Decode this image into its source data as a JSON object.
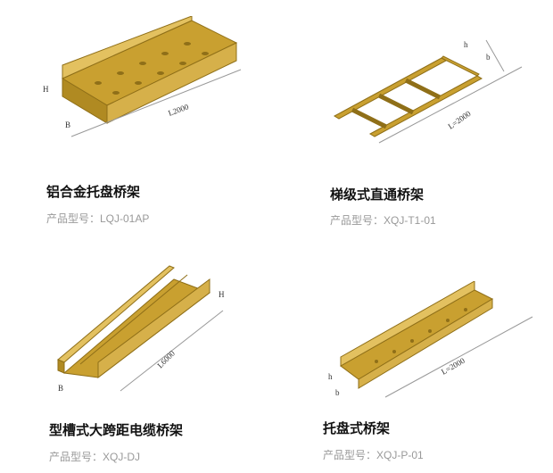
{
  "products": [
    {
      "title": "铝合金托盘桥架",
      "model": "产品型号：LQJ-01AP",
      "dims": [
        "H",
        "B",
        "L2000"
      ]
    },
    {
      "title": "梯级式直通桥架",
      "model": "产品型号：XQJ-T1-01",
      "dims": [
        "h",
        "b",
        "L=2000"
      ]
    },
    {
      "title": "型槽式大跨距电缆桥架",
      "model": "产品型号：XQJ-DJ",
      "dims": [
        "H",
        "B",
        "L6000"
      ]
    },
    {
      "title": "托盘式桥架",
      "model": "产品型号：XQJ-P-01",
      "dims": [
        "h",
        "b",
        "L=2000"
      ]
    }
  ],
  "colors": {
    "tray": "#c9a030",
    "tray_dark": "#8f6f18",
    "tray_light": "#e3c160"
  }
}
